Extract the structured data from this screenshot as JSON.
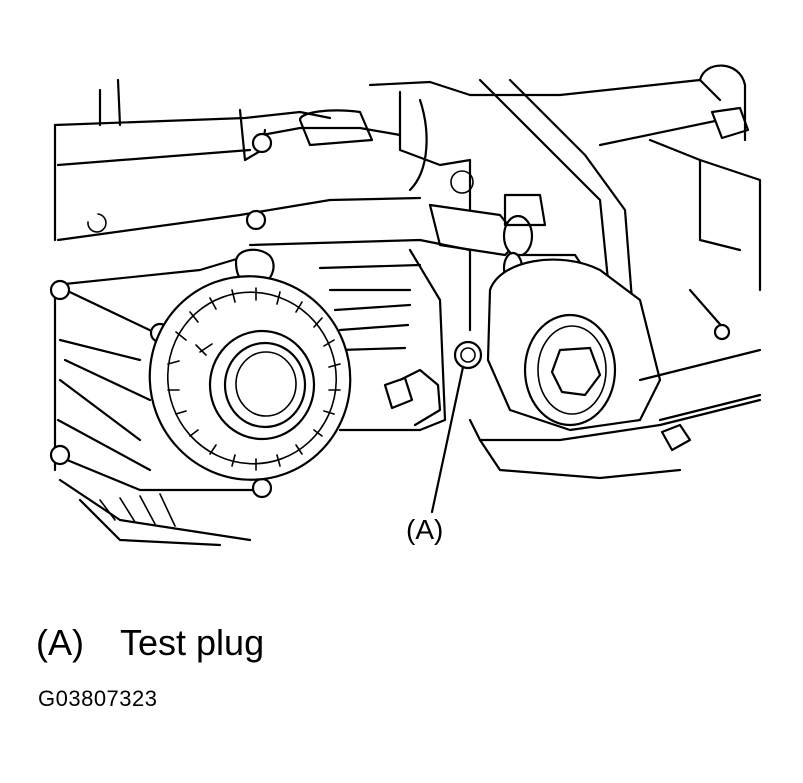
{
  "callout": {
    "label": "(A)"
  },
  "legend": [
    {
      "key": "(A)",
      "description": "Test plug"
    }
  ],
  "figure_id": "G03807323",
  "icons": [
    "engine-line-drawing",
    "pulley",
    "oil-filter",
    "test-plug"
  ]
}
